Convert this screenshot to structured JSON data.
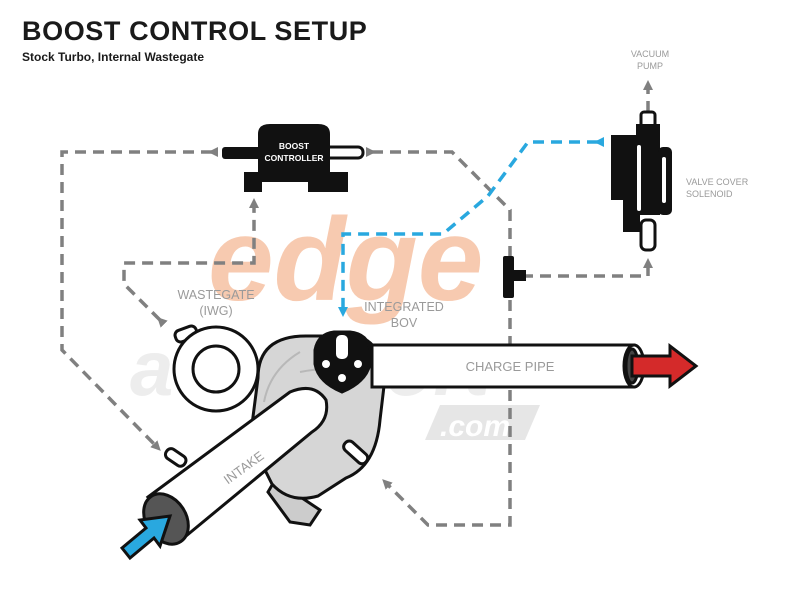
{
  "title": "BOOST CONTROL SETUP",
  "subtitle": "Stock Turbo, Internal Wastegate",
  "labels": {
    "vacuum_pump_line1": "VACUUM",
    "vacuum_pump_line2": "PUMP",
    "boost_controller_line1": "BOOST",
    "boost_controller_line2": "CONTROLLER",
    "solenoid_line1": "VALVE COVER",
    "solenoid_line2": "SOLENOID",
    "wastegate_line1": "WASTEGATE",
    "wastegate_line2": "(IWG)",
    "bov_line1": "INTEGRATED",
    "bov_line2": "BOV",
    "charge_pipe": "CHARGE PIPE",
    "intake": "INTAKE"
  },
  "watermark": {
    "logo_text": "edge",
    "brand_text": "autosport",
    "domain_text": ".com"
  },
  "colors": {
    "vacuum_line": "#808080",
    "pressure_line": "#29a8df",
    "charge_arrow": "#d42a2a",
    "intake_arrow": "#29a8df",
    "watermark_orange": "#f7c5a8"
  }
}
